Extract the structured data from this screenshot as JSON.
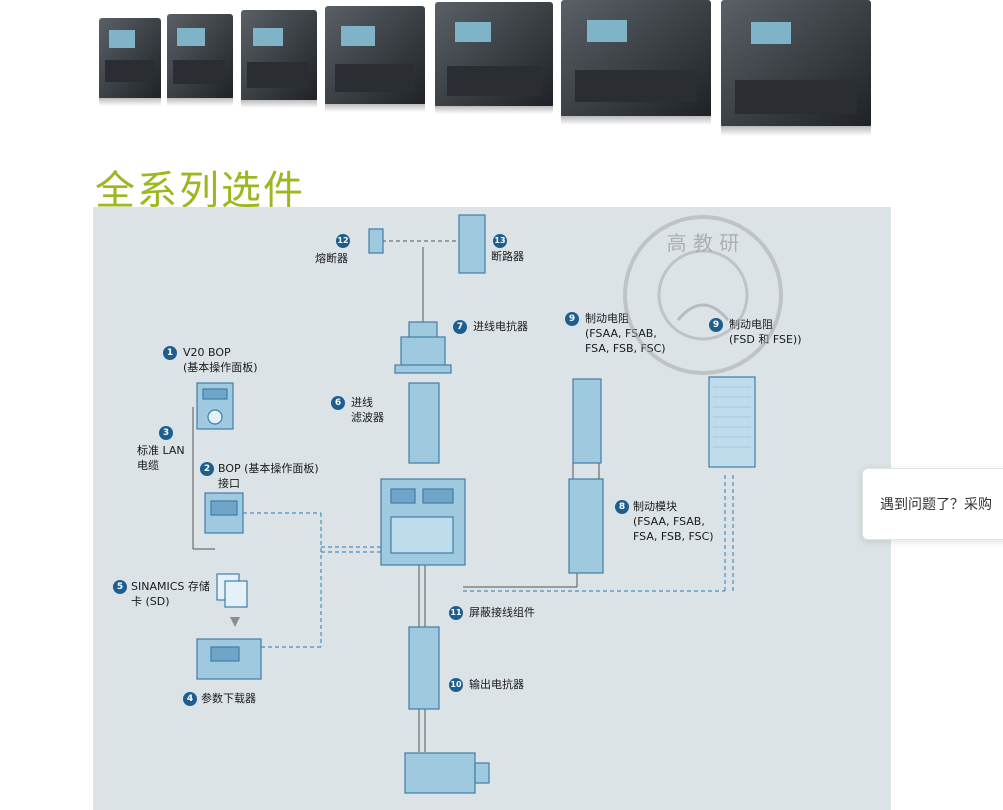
{
  "heading": "全系列选件",
  "hero": {
    "product_count": 7
  },
  "components": [
    {
      "num": "1",
      "label": "V20 BOP\n(基本操作面板)"
    },
    {
      "num": "2",
      "label": "BOP (基本操作面板)\n接口"
    },
    {
      "num": "3",
      "label": "标准 LAN\n电缆"
    },
    {
      "num": "4",
      "label": "参数下载器"
    },
    {
      "num": "5",
      "label": "SINAMICS 存储\n卡 (SD)"
    },
    {
      "num": "6",
      "label": "进线\n滤波器"
    },
    {
      "num": "7",
      "label": "进线电抗器"
    },
    {
      "num": "8",
      "label": "制动模块\n(FSAA, FSAB,\nFSA, FSB, FSC)"
    },
    {
      "num": "9",
      "label": "制动电阻\n(FSAA, FSAB,\nFSA, FSB, FSC)"
    },
    {
      "num": "9",
      "label": "制动电阻\n(FSD 和 FSE))"
    },
    {
      "num": "10",
      "label": "输出电抗器"
    },
    {
      "num": "11",
      "label": "屏蔽接线组件"
    },
    {
      "num": "12",
      "label": "熔断器"
    },
    {
      "num": "13",
      "label": "断路器"
    }
  ],
  "watermark": "高 教 研",
  "chat_prompt": "遇到问题了？采购"
}
